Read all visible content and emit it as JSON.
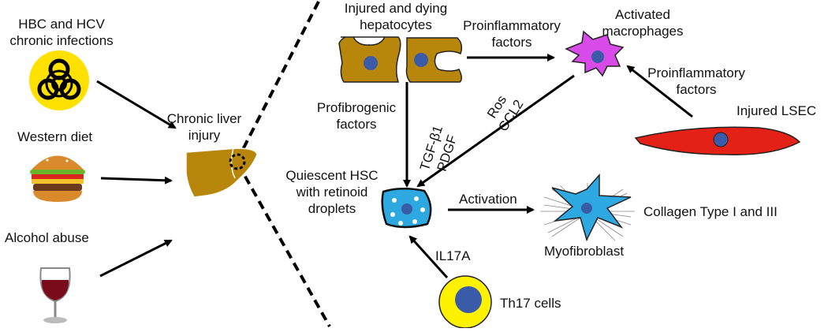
{
  "left_causes": {
    "hbv_hcv": "HBC and HCV chronic infections",
    "hbv_hcv_line1": "HBC and HCV",
    "hbv_hcv_line2": "chronic infections",
    "western_diet": "Western diet",
    "alcohol": "Alcohol abuse"
  },
  "center": {
    "line1": "Chronic liver",
    "line2": "injury"
  },
  "nodes": {
    "hepatocytes_line1": "Injured and dying",
    "hepatocytes_line2": "hepatocytes",
    "macrophages_line1": "Activated",
    "macrophages_line2": "macrophages",
    "lsec": "Injured LSEC",
    "hsc_line1": "Quiescent HSC",
    "hsc_line2": "with retinoid",
    "hsc_line3": "droplets",
    "myofibroblast": "Myofibroblast",
    "collagen": "Collagen Type I and III",
    "th17": "Th17 cells"
  },
  "edges": {
    "proinflam_top_line1": "Proinflammatory",
    "proinflam_top_line2": "factors",
    "proinflam_right_line1": "Proinflammatory",
    "proinflam_right_line2": "factors",
    "profibrogenic_line1": "Profibrogenic",
    "profibrogenic_line2": "factors",
    "tgf": "TGF-β1",
    "pdgf": "PDGF",
    "ros": "Ros",
    "ccl2": "CCL2",
    "activation": "Activation",
    "il17a": "IL17A"
  },
  "colors": {
    "hepatocyte": "#B8860B",
    "nucleus": "#3A5BA8",
    "macrophage": "#D84BE8",
    "lsec": "#E32117",
    "hsc": "#2EA8E0",
    "th17": "#FFF200",
    "hazard": "#FFE100"
  },
  "icons": {
    "hazard": "biohazard-icon",
    "burger": "burger-icon",
    "wine": "wine-glass-icon",
    "liver": "liver-icon"
  }
}
